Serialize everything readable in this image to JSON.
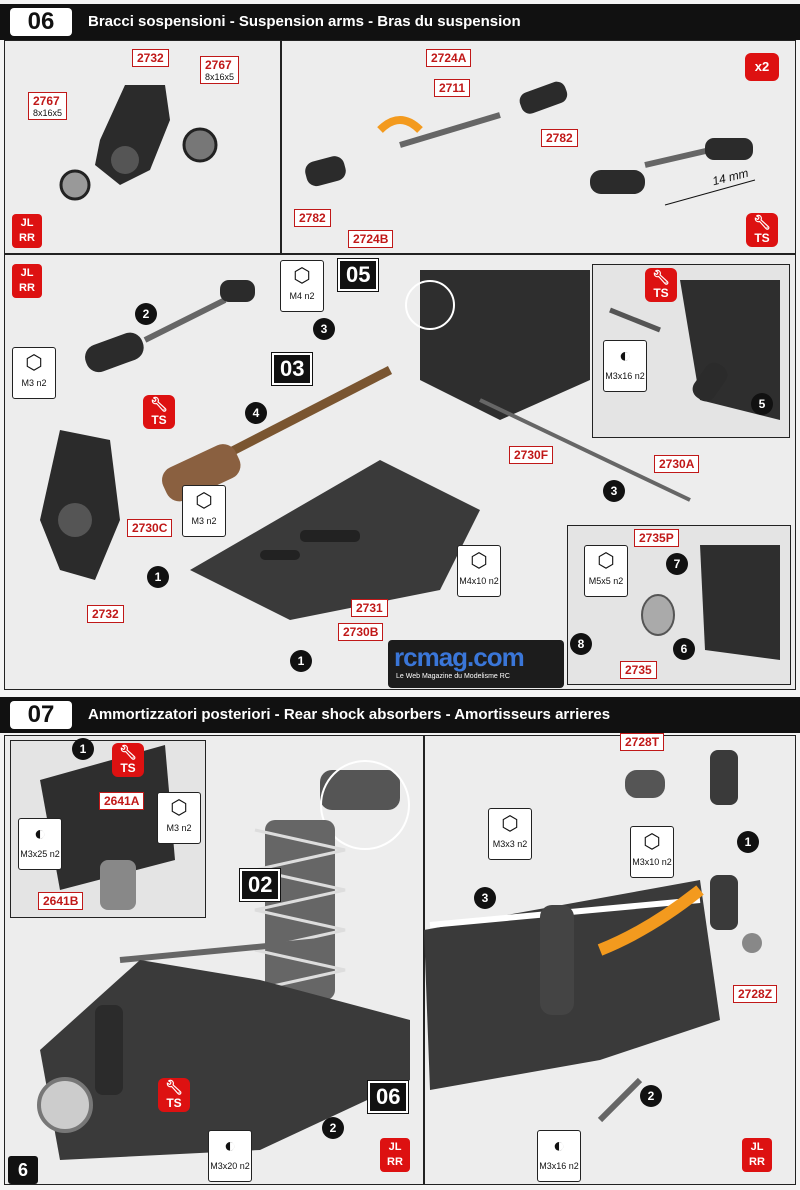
{
  "section06": {
    "number": "06",
    "title": "Bracci sospensioni - Suspension arms - Bras du suspension"
  },
  "section07": {
    "number": "07",
    "title": "Ammortizzatori posteriori - Rear shock absorbers - Amortisseurs arrieres"
  },
  "labels": {
    "p2732a": "2732",
    "p2767a": "2767",
    "p2767a_sub": "8x16x5",
    "p2767b": "2767",
    "p2767b_sub": "8x16x5",
    "p2724a": "2724A",
    "p2711": "2711",
    "p2782a": "2782",
    "p2782b": "2782",
    "p2724b": "2724B",
    "p2730c": "2730C",
    "p2730f": "2730F",
    "p2730a": "2730A",
    "p2731": "2731",
    "p2730b": "2730B",
    "p2732b": "2732",
    "p2735p": "2735P",
    "p2735": "2735",
    "p2641a": "2641A",
    "p2641b": "2641B",
    "p2728t": "2728T",
    "p2728z": "2728Z"
  },
  "hardware": {
    "m4": "M4 n2",
    "m3a": "M3 n2",
    "m3b": "M3 n2",
    "m4x10": "M4x10 n2",
    "m3x16a": "M3x16 n2",
    "m5x5": "M5x5 n2",
    "m3x25": "M3x25 n2",
    "m3c": "M3 n2",
    "m3x20": "M3x20 n2",
    "m3x3": "M3x3 n2",
    "m3x10": "M3x10 n2",
    "m3x16b": "M3x16 n2"
  },
  "steps": {
    "s1a": "1",
    "s1b": "1",
    "s2a": "2",
    "s3a": "3",
    "s3b": "3",
    "s4": "4",
    "s5": "5",
    "s6": "6",
    "s7": "7",
    "s8": "8",
    "s1c": "1",
    "s1d": "1",
    "s2b": "2",
    "s2c": "2",
    "s3c": "3"
  },
  "callouts": {
    "c05": "05",
    "c03": "03",
    "c02": "02",
    "c06": "06"
  },
  "badges": {
    "ts": "TS",
    "x2": "x2",
    "lr_top": "JL",
    "lr_bottom": "RR",
    "dimension": "14 mm"
  },
  "logo": {
    "name": "rcmag.com",
    "tagline": "Le Web Magazine du Modelisme RC"
  },
  "page_number": "6",
  "colors": {
    "accent_red": "#d11111",
    "header_black": "#111111",
    "panel_gray": "#ededed"
  }
}
